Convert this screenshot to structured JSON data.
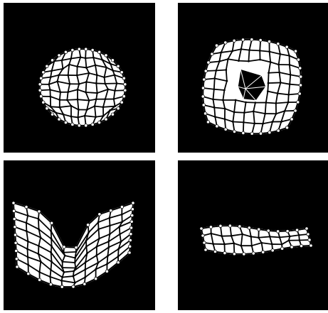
{
  "figure": {
    "panels": [
      {
        "shape": "disc"
      },
      {
        "shape": "ring"
      },
      {
        "shape": "cup"
      },
      {
        "shape": "flat-band"
      }
    ],
    "colors": {
      "background": "#000000",
      "mesh_fill": "#ffffff",
      "mesh_lines": "#000000",
      "nodes": "#ffffff",
      "page": "#ffffff"
    }
  }
}
